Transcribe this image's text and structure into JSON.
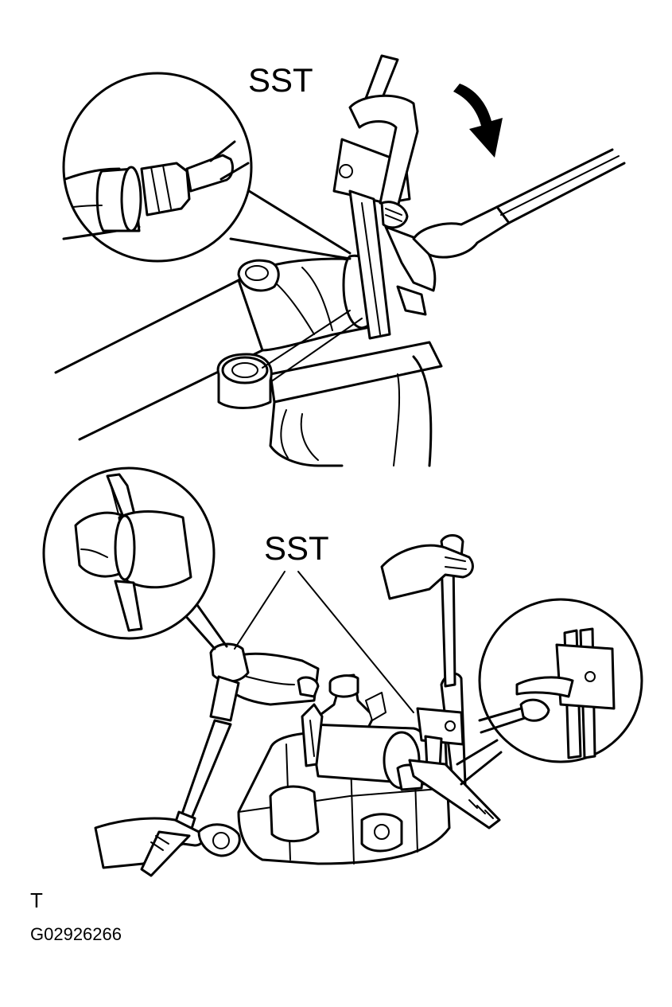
{
  "figure": {
    "top_panel": {
      "label": "SST",
      "components": [
        "steering-rack-housing",
        "rack-end-nut",
        "special-service-tool",
        "pipe-wrench",
        "torque-wrench",
        "vise",
        "detail-magnifier"
      ],
      "rotation_arrow_icon": "curved-arrow-clockwise-icon"
    },
    "bottom_panel": {
      "label": "SST",
      "components": [
        "steering-gear-assembly",
        "vise",
        "special-service-tool-left",
        "special-service-tool-right",
        "left-hand",
        "right-hand",
        "left-detail-magnifier",
        "right-detail-magnifier"
      ]
    },
    "view_letter": "T",
    "figure_code": "G02926266"
  },
  "colors": {
    "line": "#000000",
    "background": "#ffffff"
  }
}
